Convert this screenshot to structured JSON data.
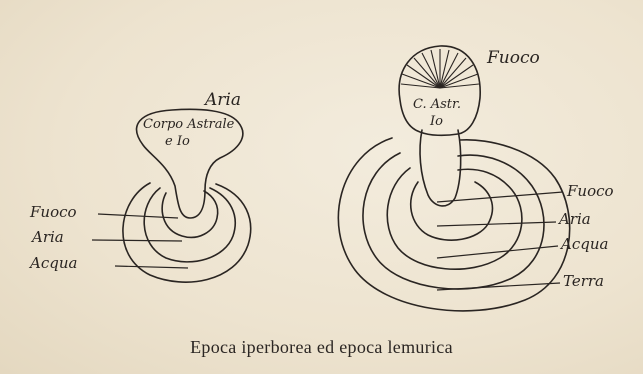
{
  "left_diagram": {
    "title": "Aria",
    "center_label_line1": "Corpo Astrale",
    "center_label_line2": "e Io",
    "layers": [
      "Fuoco",
      "Aria",
      "Acqua"
    ]
  },
  "right_diagram": {
    "title": "Fuoco",
    "center_label_line1": "C. Astr.",
    "center_label_line2": "Io",
    "layers": [
      "Fuoco",
      "Aria",
      "Acqua",
      "Terra"
    ]
  },
  "caption": "Epoca iperborea ed epoca lemurica",
  "colors": {
    "ink": "#2a2522",
    "paper": "#efe7d6"
  }
}
